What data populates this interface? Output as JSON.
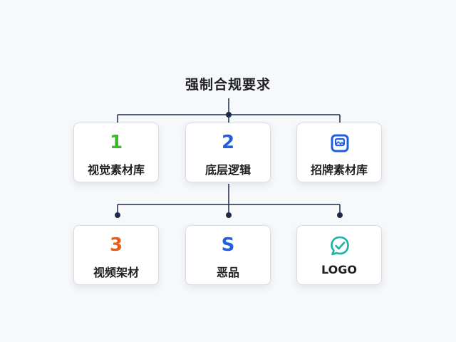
{
  "diagram": {
    "title": "强制合规要求",
    "colors": {
      "line": "#1d2a4d",
      "green": "#3cba2a",
      "blue": "#1f5fe0",
      "orange": "#ee5a14",
      "teal": "#1bb2a0"
    },
    "row1": [
      {
        "marker": "1",
        "label": "视觉素材库"
      },
      {
        "marker": "2",
        "label": "底层逻辑"
      },
      {
        "icon": "image-frame-icon",
        "label": "招牌素材库"
      }
    ],
    "row2": [
      {
        "marker": "3",
        "label": "视频架材"
      },
      {
        "marker": "S",
        "label": "恶品"
      },
      {
        "icon": "speech-bubble-check-icon",
        "label": "LOGO"
      }
    ]
  }
}
